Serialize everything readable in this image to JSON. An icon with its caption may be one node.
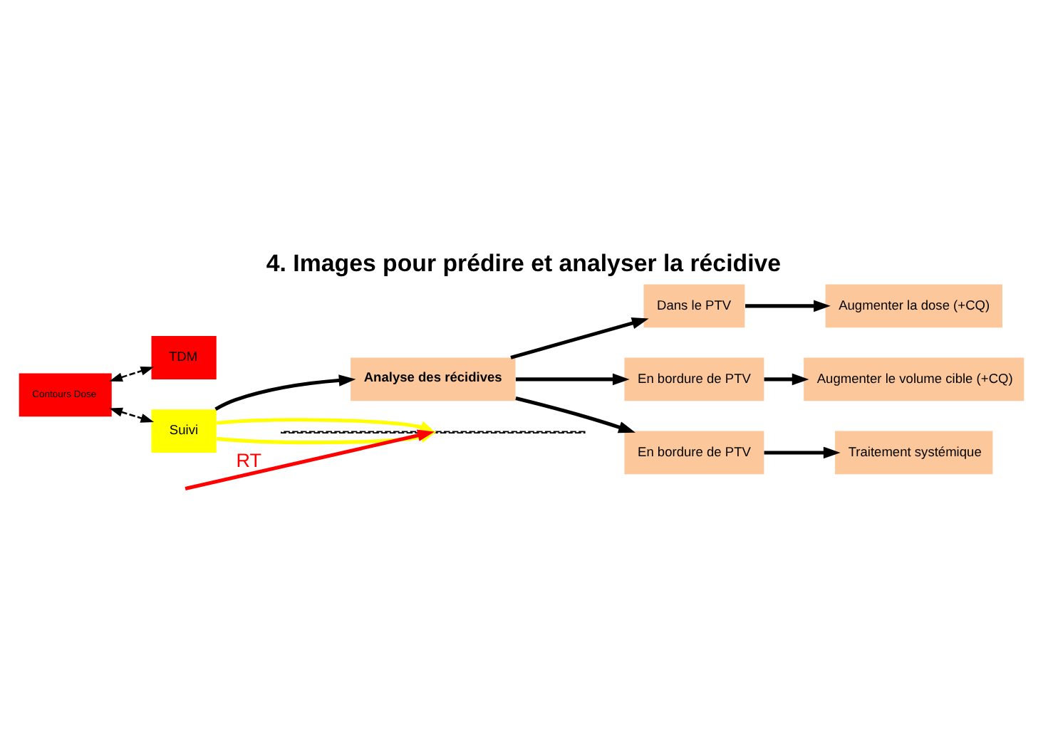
{
  "diagram": {
    "title": "4. Images pour prédire et analyser la récidive",
    "nodes": [
      {
        "text": [
          "Contours Dose"
        ]
      },
      {
        "text": [
          "TDM"
        ]
      },
      {
        "text": [
          "Suivi"
        ]
      },
      {
        "text": [
          "Analyse des récidives"
        ]
      },
      {
        "text": [
          "Dans le PTV"
        ]
      },
      {
        "text": [
          "En bordure de PTV"
        ]
      },
      {
        "text": [
          "En bordure de PTV"
        ]
      },
      {
        "text": [
          "Augmenter la dose (+CQ)"
        ]
      },
      {
        "text": [
          "Augmenter le volume cible (+CQ)"
        ]
      },
      {
        "text": [
          "Traitement systémique"
        ]
      },
      {
        "text": [],
        "shape": "line"
      }
    ],
    "edges": [
      {
        "from": 0,
        "to": 2,
        "arrow": "both",
        "style": "dashed"
      },
      {
        "from": 0,
        "to": 1,
        "arrow": "both",
        "style": "dashed"
      },
      {
        "from": 2,
        "to": 3,
        "arrow": "to"
      },
      {
        "from": 3,
        "to": 4,
        "arrow": "to"
      },
      {
        "from": 3,
        "to": 5,
        "arrow": "to"
      },
      {
        "from": 3,
        "to": 6,
        "arrow": "to"
      },
      {
        "from": 4,
        "to": 7,
        "arrow": "to"
      },
      {
        "from": 5,
        "to": 8,
        "arrow": "to"
      },
      {
        "from": 6,
        "to": 9,
        "arrow": "to"
      },
      {
        "from": 2,
        "to": 10,
        "arrow": "to",
        "color": "#ffff00"
      },
      {
        "from": 2,
        "to": 10,
        "arrow": "to",
        "color": "#ffff00"
      },
      {
        "from": null,
        "to": 10,
        "arrow": "to",
        "label": "RT",
        "color": "#ff0000"
      }
    ]
  }
}
